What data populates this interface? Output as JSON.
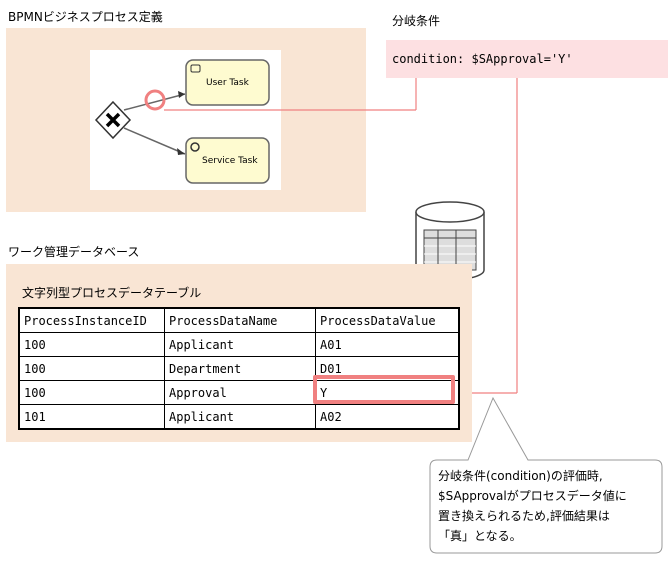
{
  "bpmn": {
    "title": "BPMNビジネスプロセス定義",
    "user_task": "User Task",
    "service_task": "Service Task"
  },
  "condition": {
    "title": "分岐条件",
    "expression": "condition: $SApproval='Y'"
  },
  "database": {
    "title": "ワーク管理データベース",
    "table_title": "文字列型プロセスデータテーブル",
    "columns": [
      "ProcessInstanceID",
      "ProcessDataName",
      "ProcessDataValue"
    ],
    "rows": [
      [
        "100",
        "Applicant",
        "A01"
      ],
      [
        "100",
        "Department",
        "D01"
      ],
      [
        "100",
        "Approval",
        "Y"
      ],
      [
        "101",
        "Applicant",
        "A02"
      ]
    ]
  },
  "callout": {
    "line1": "分岐条件(condition)の評価時,",
    "line2": "$SApprovalがプロセスデータ値に",
    "line3": "置き換えられるため,評価結果は",
    "line4": "「真」となる。"
  },
  "colors": {
    "panel": "#f9e5d4",
    "condition_box": "#fde0e2",
    "highlight": "#f08080",
    "task_fill": "#fefbd0"
  }
}
